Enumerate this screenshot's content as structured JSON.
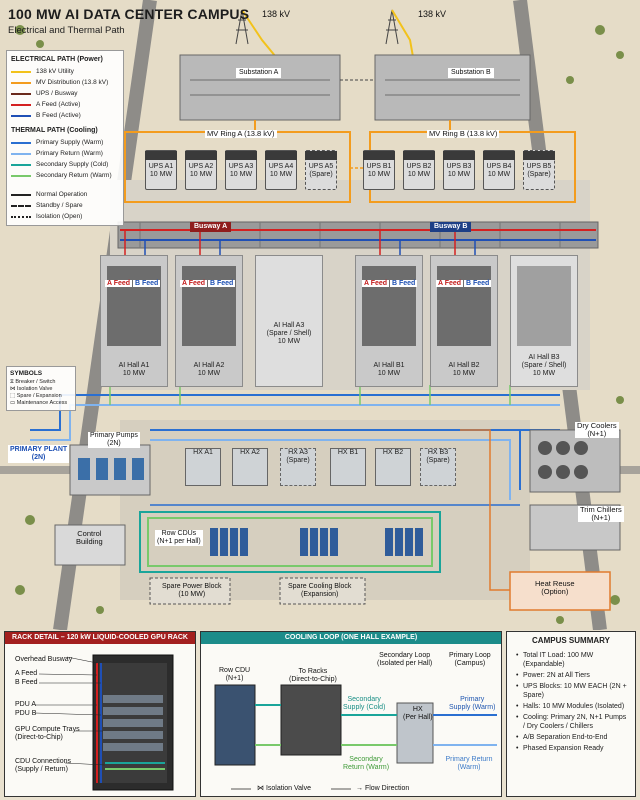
{
  "header": {
    "title": "100 MW AI DATA CENTER CAMPUS",
    "subtitle": "Electrical and Thermal Path"
  },
  "utility": {
    "left_label": "138 kV",
    "right_label": "138 kV"
  },
  "substations": [
    {
      "label": "Substation A"
    },
    {
      "label": "Substation B"
    }
  ],
  "rings": [
    {
      "label": "MV Ring A (13.8 kV)"
    },
    {
      "label": "MV Ring B (13.8 kV)"
    }
  ],
  "ups": [
    {
      "name": "UPS A1",
      "rating": "10 MW"
    },
    {
      "name": "UPS A2",
      "rating": "10 MW"
    },
    {
      "name": "UPS A3",
      "rating": "10 MW"
    },
    {
      "name": "UPS A4",
      "rating": "10 MW"
    },
    {
      "name": "UPS A5",
      "rating": "(Spare)"
    },
    {
      "name": "UPS B1",
      "rating": "10 MW"
    },
    {
      "name": "UPS B2",
      "rating": "10 MW"
    },
    {
      "name": "UPS B3",
      "rating": "10 MW"
    },
    {
      "name": "UPS B4",
      "rating": "10 MW"
    },
    {
      "name": "UPS B5",
      "rating": "(Spare)"
    }
  ],
  "busways": [
    {
      "label": "Busway A"
    },
    {
      "label": "Busway B"
    }
  ],
  "feeds": {
    "a": "A Feed",
    "b": "B Feed"
  },
  "halls": [
    {
      "name": "AI Hall A1",
      "sub": "10 MW"
    },
    {
      "name": "AI Hall A2",
      "sub": "10 MW"
    },
    {
      "name": "AI Hall A3",
      "sub": "(Spare / Shell)",
      "cap": "10 MW"
    },
    {
      "name": "AI Hall B1",
      "sub": "10 MW"
    },
    {
      "name": "AI Hall B2",
      "sub": "10 MW"
    },
    {
      "name": "AI Hall B3",
      "sub": "(Spare / Shell)",
      "cap": "10 MW"
    }
  ],
  "legend": {
    "electrical_title": "ELECTRICAL PATH (Power)",
    "electrical": [
      {
        "label": "138 kV Utility",
        "color": "#f2c21b"
      },
      {
        "label": "MV Distribution (13.8 kV)",
        "color": "#f39c1e"
      },
      {
        "label": "UPS / Busway",
        "color": "#6b2a1c"
      },
      {
        "label": "A Feed (Active)",
        "color": "#d42020"
      },
      {
        "label": "B Feed (Active)",
        "color": "#1f4fb5"
      }
    ],
    "thermal_title": "THERMAL PATH (Cooling)",
    "thermal": [
      {
        "label": "Primary Supply (Warm)",
        "color": "#2a6fd1"
      },
      {
        "label": "Primary Return (Warm)",
        "color": "#7fb3ef"
      },
      {
        "label": "Secondary Supply (Cold)",
        "color": "#1aa59a"
      },
      {
        "label": "Secondary Return (Warm)",
        "color": "#79c96b"
      }
    ],
    "status": [
      {
        "label": "Normal Operation"
      },
      {
        "label": "Standby / Spare"
      },
      {
        "label": "Isolation (Open)"
      }
    ]
  },
  "symbols": {
    "title": "SYMBOLS",
    "items": [
      "Breaker / Switch",
      "Isolation Valve",
      "Spare / Expansion",
      "Maintenance Access"
    ]
  },
  "primary_plant": {
    "label": "PRIMARY PLANT",
    "sub": "(2N)"
  },
  "primary_pumps": {
    "label": "Primary Pumps",
    "sub": "(2N)"
  },
  "hx": [
    {
      "label": "HX A1"
    },
    {
      "label": "HX A2"
    },
    {
      "label": "HX A3",
      "sub": "(Spare)"
    },
    {
      "label": "HX B1"
    },
    {
      "label": "HX B2"
    },
    {
      "label": "HX B3",
      "sub": "(Spare)"
    }
  ],
  "dry_coolers": {
    "label": "Dry Coolers",
    "sub": "(N+1)"
  },
  "trim_chillers": {
    "label": "Trim Chillers",
    "sub": "(N+1)"
  },
  "control_building": {
    "label": "Control",
    "sub": "Building"
  },
  "row_cdus": {
    "label": "Row CDUs",
    "sub": "(N+1 per Hall)"
  },
  "spare_power": {
    "label": "Spare Power Block",
    "sub": "(10 MW)"
  },
  "spare_cooling": {
    "label": "Spare Cooling Block",
    "sub": "(Expansion)"
  },
  "heat_reuse": {
    "label": "Heat Reuse",
    "sub": "(Option)"
  },
  "rack_panel": {
    "title": "RACK DETAIL – 120 kW LIQUID-COOLED GPU RACK",
    "labels": [
      "Overhead Busway",
      "A Feed",
      "B Feed",
      "PDU A",
      "PDU B",
      "GPU Compute Trays",
      "(Direct-to-Chip)",
      "CDU Connections",
      "(Supply / Return)"
    ]
  },
  "cooling_panel": {
    "title": "COOLING LOOP (ONE HALL EXAMPLE)",
    "row_cdu": "Row CDU",
    "row_cdu_sub": "(N+1)",
    "to_racks": "To Racks",
    "to_racks_sub": "(Direct-to-Chip)",
    "secondary_loop": "Secondary Loop",
    "secondary_loop_sub": "(Isolated per Hall)",
    "primary_loop": "Primary Loop",
    "primary_loop_sub": "(Campus)",
    "secondary_supply": "Secondary",
    "secondary_supply_sub": "Supply (Cold)",
    "secondary_return": "Secondary",
    "secondary_return_sub": "Return (Warm)",
    "hx": "HX",
    "hx_sub": "(Per Hall)",
    "primary_supply": "Primary",
    "primary_supply_sub": "Supply (Warm)",
    "primary_return": "Primary Return (Warm)",
    "legend_valve": "Isolation Valve",
    "legend_flow": "Flow Direction"
  },
  "summary": {
    "title": "CAMPUS SUMMARY",
    "items": [
      "Total IT Load: 100 MW (Expandable)",
      "Power: 2N at All Tiers",
      "UPS Blocks: 10 MW EACH (2N + Spare)",
      "Halls: 10 MW Modules (Isolated)",
      "Cooling: Primary 2N, N+1 Pumps / Dry Coolers / Chillers",
      "A/B Separation End-to-End",
      "Phased Expansion Ready"
    ]
  }
}
